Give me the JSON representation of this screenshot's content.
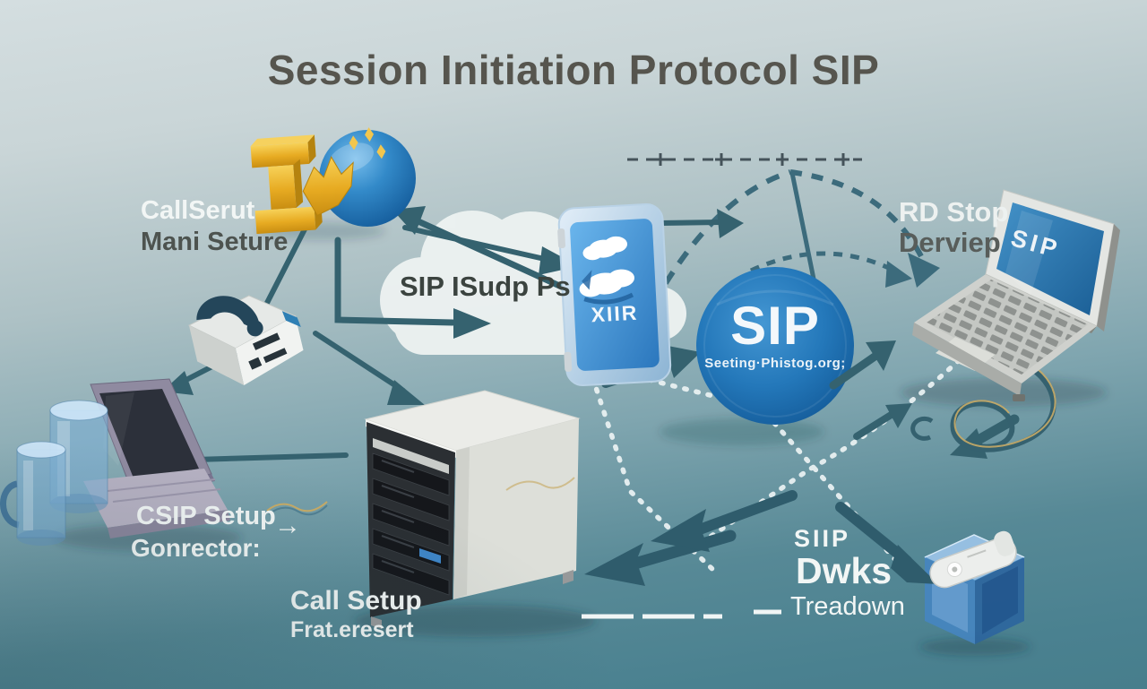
{
  "title": "Session Initiation Protocol SIP",
  "labels": {
    "call_server_line1": "CallSerut",
    "call_server_line2": "Mani Seture",
    "cloud": "SIP ISudp Ps",
    "phone_screen": "XIIR",
    "redirect_line1": "RD Stop",
    "redirect_line2": "Derviep",
    "csip_line1": "CSIP Setup",
    "csip_arrow": "→",
    "csip_line2": "Gonrector:",
    "call_setup_line1": "Call Setup",
    "call_setup_line2": "Frat.eresert",
    "sip_badge": "SIP",
    "sip_badge_sub": "Seeting·Phistog.org;",
    "teardown_line1": "SIIP",
    "teardown_line2": "Dwks",
    "teardown_line3": "Treadown",
    "laptop_screen": "SIP"
  },
  "icons": {
    "gold_figure": "3d-letter-i-with-hand",
    "globe": "blue-sphere-globe",
    "cloud": "network-cloud",
    "smartphone": "blue-mobile-device",
    "desk_phone": "voip-desk-phone",
    "laptop_left": "client-laptop",
    "glass_cylinders": "translucent-glass-mugs",
    "server": "sip-server-tower",
    "sip_badge": "sip-logo-circle",
    "laptop_right": "remote-laptop",
    "cube_handset": "handset-on-glass-cube"
  },
  "colors": {
    "background_top": "#d4dee0",
    "background_bottom": "#477e8c",
    "arrow": "#35626f",
    "accent_blue": "#2a7cc0",
    "gold": "#e2a81f",
    "label_light": "#f2f6f5",
    "label_dark": "#4d534f",
    "title_text": "#56554e"
  }
}
